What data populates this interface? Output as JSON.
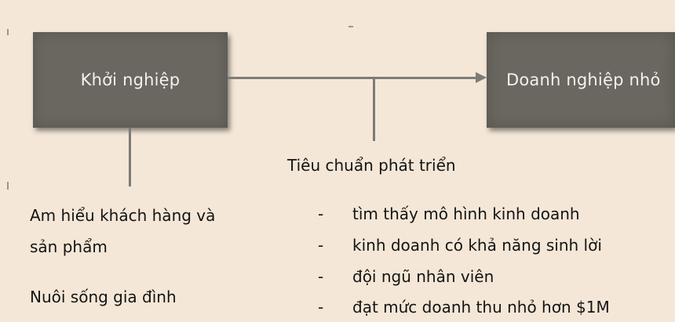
{
  "diagram": {
    "left_box_label": "Khởi nghiệp",
    "right_box_label": "Doanh nghiệp nhỏ",
    "criteria_label": "Tiêu chuẩn phát triển",
    "left_notes": [
      "Am hiểu khách hàng và",
      "sản phẩm",
      "Nuôi sống gia đình"
    ],
    "criteria_items": [
      "tìm thấy mô hình kinh doanh",
      "kinh doanh có khả năng sinh lời",
      "đội ngũ nhân viên",
      "đạt mức doanh thu nhỏ hơn $1M"
    ],
    "bullet_marker": "-"
  },
  "colors": {
    "background": "#f4e7d7",
    "box_fill": "#6a6760",
    "box_text": "#f3f1ec",
    "connector": "#7d7b76"
  }
}
